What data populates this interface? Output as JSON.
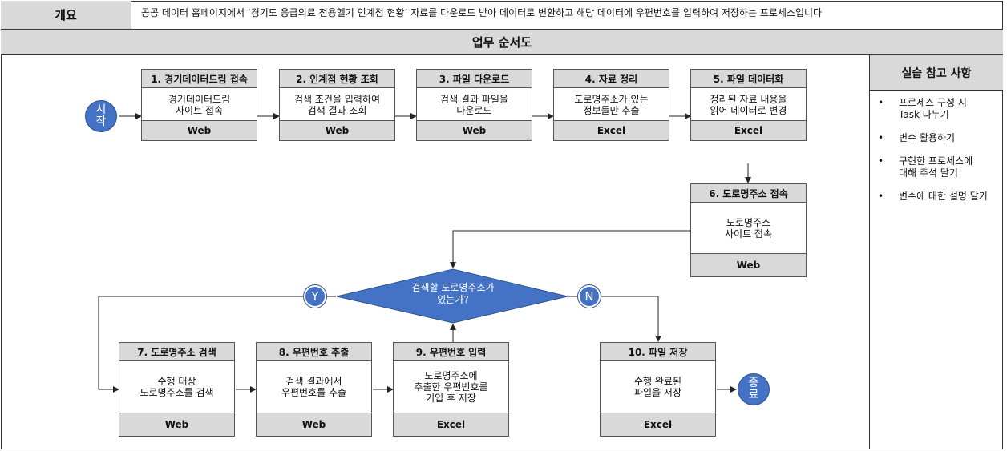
{
  "overview": {
    "label": "개요",
    "text": "공공 데이터 홈페이지에서 ‘경기도 응급의료 전용헬기 인계점 현황’ 자료를 다운로드 받아 데이터로 변환하고 해당 데이터에 우편번호를 입력하여 저장하는 프로세스입니다"
  },
  "flow_title": "업무 순서도",
  "sidebar": {
    "title": "실습 참고 사항",
    "bullet": "•",
    "items": [
      {
        "line1": "프로세스 구성 시",
        "line2": "Task 나누기"
      },
      {
        "line1": "변수 활용하기",
        "line2": ""
      },
      {
        "line1": "구현한 프로세스에",
        "line2": "대해 주석 달기"
      },
      {
        "line1": "변수에 대한 설명 달기",
        "line2": ""
      }
    ]
  },
  "start": {
    "line1": "시",
    "line2": "작"
  },
  "end": {
    "line1": "종",
    "line2": "료"
  },
  "steps": [
    {
      "title": "1. 경기데이터드림 접속",
      "line1": "경기데이터드림",
      "line2": "사이트 접속",
      "line3": "",
      "tool": "Web"
    },
    {
      "title": "2. 인계점 현황 조회",
      "line1": "검색 조건을 입력하여",
      "line2": "검색 결과 조회",
      "line3": "",
      "tool": "Web"
    },
    {
      "title": "3. 파일 다운로드",
      "line1": "검색 결과 파일을",
      "line2": "다운로드",
      "line3": "",
      "tool": "Web"
    },
    {
      "title": "4. 자료 정리",
      "line1": "도로명주소가 있는",
      "line2": "정보들만 추출",
      "line3": "",
      "tool": "Excel"
    },
    {
      "title": "5. 파일 데이터화",
      "line1": "정리된 자료 내용을",
      "line2": "읽어 데이터로 변경",
      "line3": "",
      "tool": "Excel"
    },
    {
      "title": "6. 도로명주소 접속",
      "line1": "도로명주소",
      "line2": "사이트 접속",
      "line3": "",
      "tool": "Web"
    },
    {
      "title": "7. 도로명주소 검색",
      "line1": "수행 대상",
      "line2": "도로명주소를 검색",
      "line3": "",
      "tool": "Web"
    },
    {
      "title": "8. 우편번호 추출",
      "line1": "검색 결과에서",
      "line2": "우편번호를 추출",
      "line3": "",
      "tool": "Web"
    },
    {
      "title": "9. 우편번호 입력",
      "line1": "도로명주소에",
      "line2": "추출한 우편번호를",
      "line3": "기입 후 저장",
      "tool": "Excel"
    },
    {
      "title": "10. 파일 저장",
      "line1": "수행 완료된",
      "line2": "파일을 저장",
      "line3": "",
      "tool": "Excel"
    }
  ],
  "decision": {
    "line1": "검색할 도로명주소가",
    "line2": "있는가?",
    "yes": "Y",
    "no": "N"
  },
  "colors": {
    "shape_fill": "#4472c4",
    "header_gray": "#d9d9d9"
  }
}
